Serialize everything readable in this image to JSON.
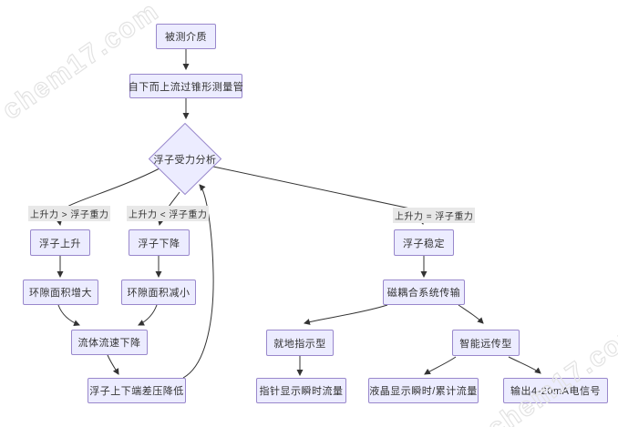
{
  "watermark": {
    "text": "chem17.com"
  },
  "colors": {
    "node_fill": "#ECECFF",
    "node_border": "#9988cc",
    "edge": "#333333",
    "edge_label_bg": "#e8e8e8"
  },
  "nodes": {
    "medium": {
      "label": "被测介质"
    },
    "tube": {
      "label": "自下而上流过锥形测量管"
    },
    "analysis": {
      "label": "浮子受力分析"
    },
    "rise": {
      "label": "浮子上升"
    },
    "fall": {
      "label": "浮子下降"
    },
    "stable": {
      "label": "浮子稳定"
    },
    "gap_up": {
      "label": "环隙面积增大"
    },
    "gap_down": {
      "label": "环隙面积减小"
    },
    "coupling": {
      "label": "磁耦合系统传输"
    },
    "velocity": {
      "label": "流体流速下降"
    },
    "dp": {
      "label": "浮子上下端差压降低"
    },
    "local": {
      "label": "就地指示型"
    },
    "smart": {
      "label": "智能远传型"
    },
    "pointer": {
      "label": "指针显示瞬时流量"
    },
    "lcd": {
      "label": "液晶显示瞬时/累计流量"
    },
    "signal": {
      "label": "输出4-20mA电信号"
    }
  },
  "edge_labels": {
    "greater": "上升力 > 浮子重力",
    "less": "上升力 < 浮子重力",
    "equal": "上升力 = 浮子重力"
  }
}
